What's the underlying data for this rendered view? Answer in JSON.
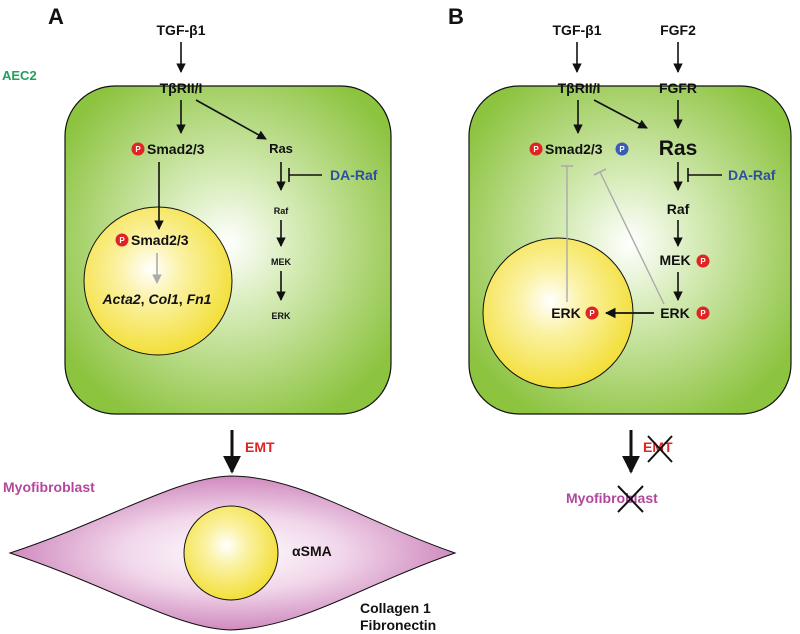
{
  "colors": {
    "cell_green": "#8cc33f",
    "nucleus_yellow": "#f5e23c",
    "myofibroblast_pink": "#cf86bd",
    "emt_red": "#e02424",
    "inhibitor_blue": "#2f4fa0",
    "aec2_green": "#22a05a",
    "phospho_red": "#e02424",
    "phospho_blue": "#3a5cb5",
    "gray_arrow": "#aaaaaa"
  },
  "panel_a": {
    "letter": "A",
    "cell_label": "AEC2",
    "ligand": "TGF-β1",
    "receptor": "TβRII/I",
    "smad_cyto": "Smad2/3",
    "smad_nuc": "Smad2/3",
    "genes": {
      "g1": "Acta2",
      "sep1": ", ",
      "g2": "Col1",
      "sep2": ", ",
      "g3": "Fn1"
    },
    "ras": "Ras",
    "raf": "Raf",
    "mek": "MEK",
    "erk": "ERK",
    "inhibitor": "DA-Raf",
    "emt": "EMT",
    "myofibroblast": "Myofibroblast",
    "asma": "αSMA",
    "collagen": "Collagen 1",
    "fibronectin": "Fibronectin"
  },
  "panel_b": {
    "letter": "B",
    "ligand1": "TGF-β1",
    "ligand2": "FGF2",
    "receptor1": "TβRII/I",
    "receptor2": "FGFR",
    "smad": "Smad2/3",
    "ras": "Ras",
    "inhibitor": "DA-Raf",
    "raf": "Raf",
    "mek": "MEK",
    "erk_cyto": "ERK",
    "erk_nuc": "ERK",
    "emt": "EMT",
    "myofibroblast": "Myofibroblast"
  },
  "badges": {
    "phospho": "P"
  }
}
